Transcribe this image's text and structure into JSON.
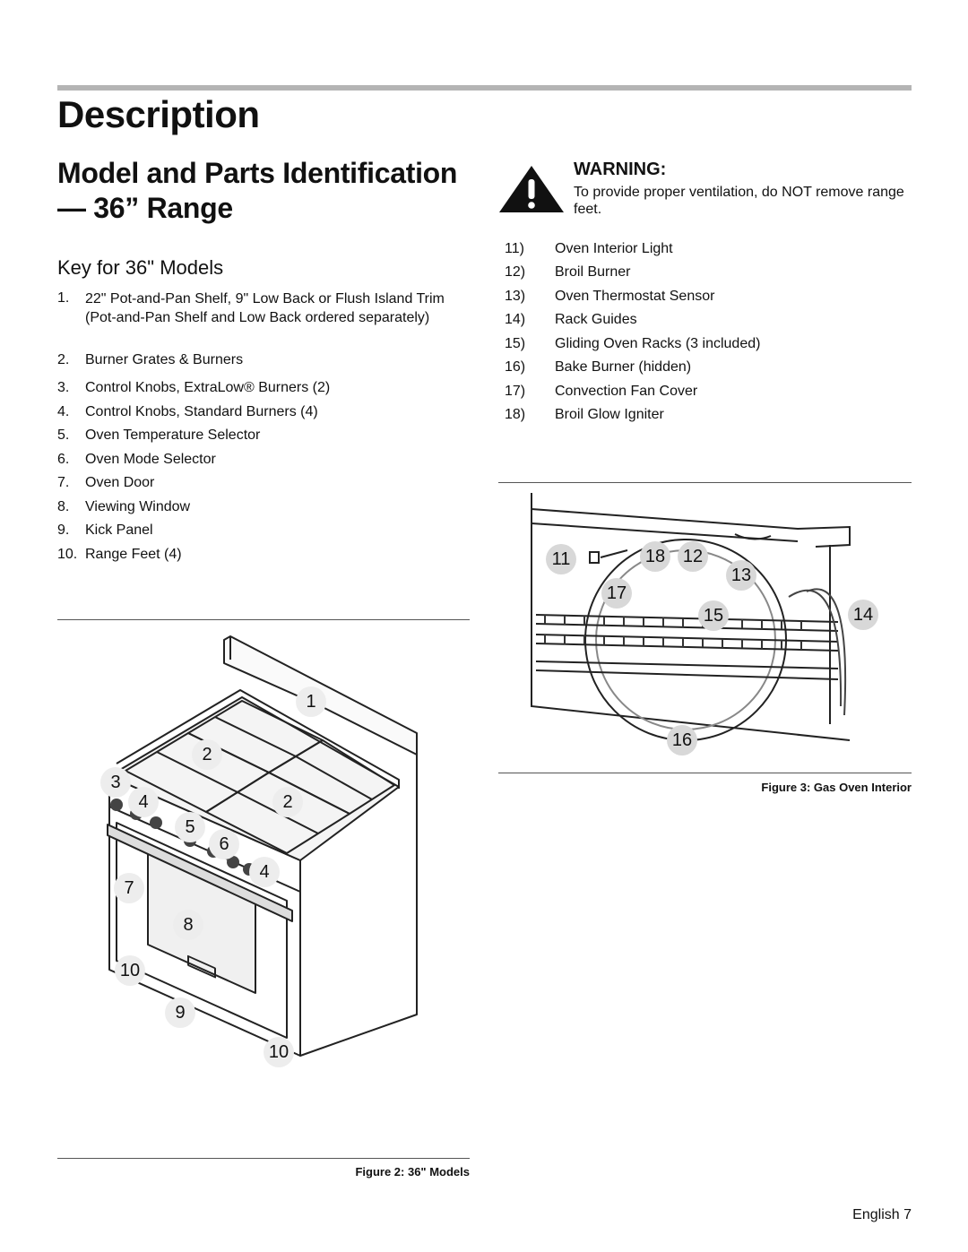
{
  "page": {
    "title": "Description",
    "section_title": "Model and Parts Identification — 36” Range",
    "key_heading": "Key for 36\" Models",
    "footer": "English 7"
  },
  "key_left": [
    {
      "num": "1.",
      "text": "22\" Pot-and-Pan Shelf, 9\" Low Back or Flush Island Trim (Pot-and-Pan Shelf and Low Back ordered separately)"
    },
    {
      "num": "2.",
      "text": "Burner Grates & Burners"
    },
    {
      "num": "3.",
      "text": "Control Knobs, ExtraLow® Burners (2)"
    },
    {
      "num": "4.",
      "text": "Control Knobs, Standard Burners (4)"
    },
    {
      "num": "5.",
      "text": "Oven Temperature Selector"
    },
    {
      "num": "6.",
      "text": "Oven Mode Selector"
    },
    {
      "num": "7.",
      "text": "Oven Door"
    },
    {
      "num": "8.",
      "text": "Viewing Window"
    },
    {
      "num": "9.",
      "text": "Kick Panel"
    },
    {
      "num": "10.",
      "text": "Range Feet (4)"
    }
  ],
  "warning": {
    "title": "WARNING:",
    "text": "To provide proper ventilation, do NOT remove range feet."
  },
  "key_right": [
    {
      "num": "11)",
      "text": "Oven Interior Light"
    },
    {
      "num": "12)",
      "text": "Broil Burner"
    },
    {
      "num": "13)",
      "text": "Oven Thermostat Sensor"
    },
    {
      "num": "14)",
      "text": "Rack Guides"
    },
    {
      "num": "15)",
      "text": "Gliding Oven Racks (3 included)"
    },
    {
      "num": "16)",
      "text": "Bake Burner (hidden)"
    },
    {
      "num": "17)",
      "text": "Convection Fan Cover"
    },
    {
      "num": "18)",
      "text": "Broil Glow Igniter"
    }
  ],
  "figure2": {
    "caption": "Figure 2: 36\" Models",
    "callouts": [
      "1",
      "2",
      "2",
      "3",
      "4",
      "4",
      "5",
      "6",
      "7",
      "8",
      "9",
      "10",
      "10"
    ]
  },
  "figure3": {
    "caption": "Figure 3: Gas Oven Interior",
    "callouts": [
      "11",
      "18",
      "12",
      "13",
      "17",
      "15",
      "14",
      "16"
    ]
  }
}
